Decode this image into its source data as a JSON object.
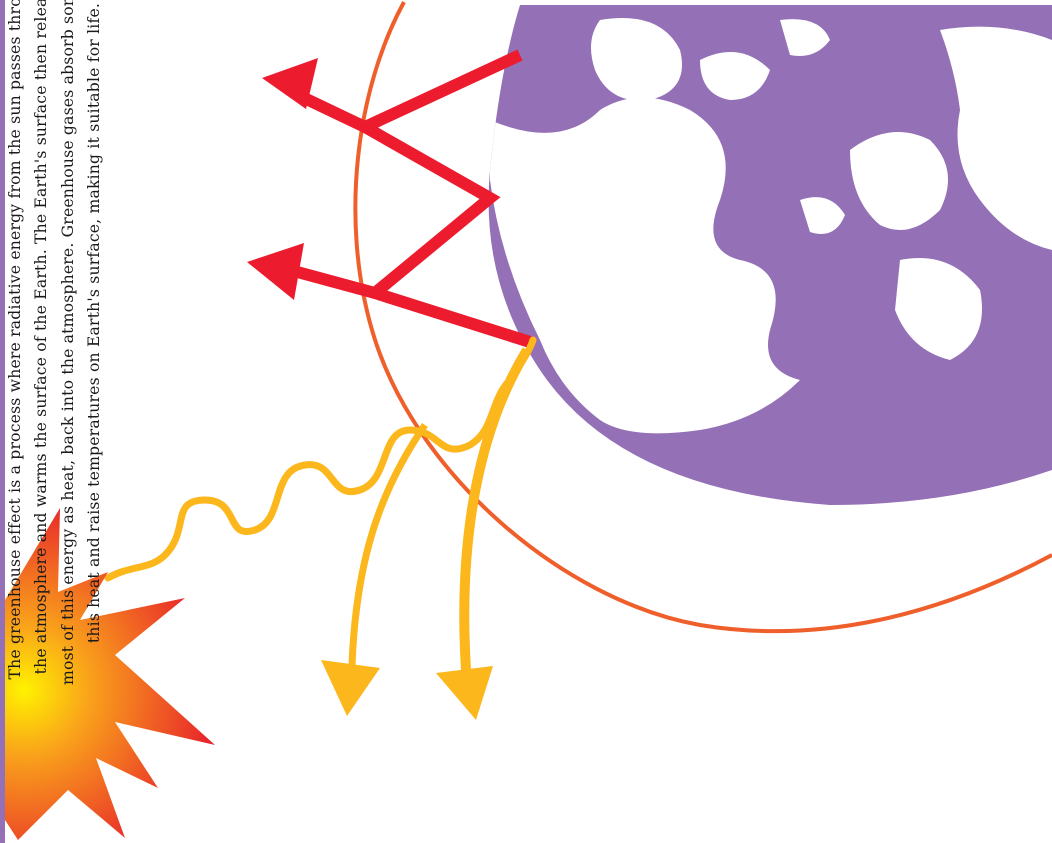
{
  "caption": "The greenhouse effect is a process where radiative energy from the sun passes through the atmosphere and warms the surface of the Earth. The Earth's surface then releases most of this energy as heat, back into the atmosphere. Greenhouse gases absorb some of this heat and raise temperatures on Earth's surface, making it suitable for life.",
  "colors": {
    "earth": "#9470b6",
    "land": "#ffffff",
    "atmosphere": "#ef5f2b",
    "reflected_heat": "#ec1c2e",
    "solar_radiation": "#fbb71b",
    "sun_core": "#fff200",
    "sun_outer": "#e8262b",
    "left_bar": "#9470b6",
    "text": "#1a1a1a"
  },
  "icons": [
    "sun-icon",
    "earth-globe",
    "atmosphere-ring",
    "heat-arrow",
    "radiation-wave"
  ]
}
